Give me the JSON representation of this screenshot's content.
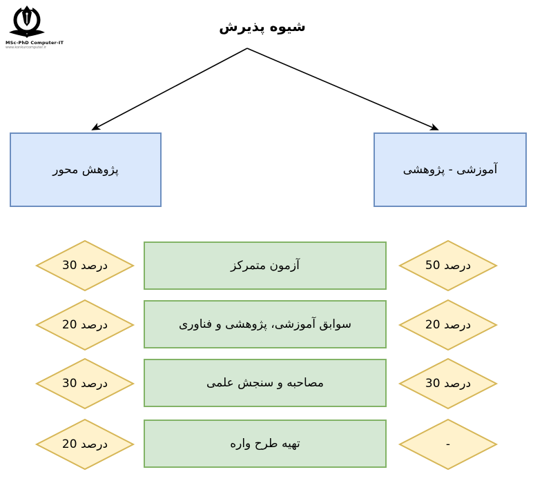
{
  "logo": {
    "line1": "MSc-PhD Computer-IT",
    "line2": "www.konkurcomputer.ir"
  },
  "title": "شیوه پذیرش",
  "branches": {
    "left": {
      "label": "پژوهش محور"
    },
    "right": {
      "label": "آموزشی - پژوهشی"
    }
  },
  "criteria": [
    {
      "label": "آزمون متمرکز",
      "left_value": "30 درصد",
      "right_value": "50 درصد"
    },
    {
      "label": "سوابق آموزشی، پژوهشی و فناوری",
      "left_value": "20 درصد",
      "right_value": "20 درصد"
    },
    {
      "label": "مصاحبه و سنجش علمی",
      "left_value": "30 درصد",
      "right_value": "30 درصد"
    },
    {
      "label": "تهیه طرح واره",
      "left_value": "20 درصد",
      "right_value": "-"
    }
  ],
  "colors": {
    "branch_fill": "#dae8fc",
    "branch_border": "#6c8ebf",
    "criterion_fill": "#d5e8d4",
    "criterion_border": "#82b366",
    "percent_fill": "#fff2cc",
    "percent_border": "#d6b656",
    "arrow": "#000000"
  }
}
